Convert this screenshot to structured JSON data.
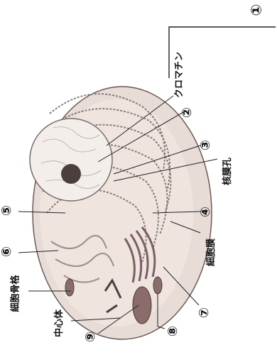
{
  "labels": {
    "num1": "①",
    "num2": "②",
    "num3": "③",
    "num4": "④",
    "num5": "⑤",
    "num6": "⑥",
    "num7": "⑦",
    "num8": "⑧",
    "num9": "⑨",
    "chromatin": "クロマチン",
    "nuclear_pore": "核膜孔",
    "cell_membrane": "細胞膜",
    "cytoskeleton": "細胞骨格",
    "centrosome": "中心体"
  }
}
